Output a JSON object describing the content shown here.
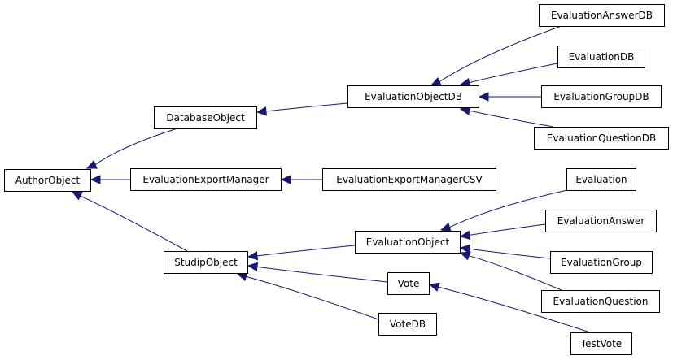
{
  "colors": {
    "edge": "#191970",
    "node_border": "#000000",
    "node_fill": "#ffffff",
    "background": "#ffffff"
  },
  "nodes": {
    "author_object": "AuthorObject",
    "database_object": "DatabaseObject",
    "evaluation_export_manager": "EvaluationExportManager",
    "studip_object": "StudipObject",
    "evaluation_object_db": "EvaluationObjectDB",
    "evaluation_export_manager_csv": "EvaluationExportManagerCSV",
    "evaluation_object": "EvaluationObject",
    "vote": "Vote",
    "vote_db": "VoteDB",
    "evaluation_answer_db": "EvaluationAnswerDB",
    "evaluation_db": "EvaluationDB",
    "evaluation_group_db": "EvaluationGroupDB",
    "evaluation_question_db": "EvaluationQuestionDB",
    "evaluation": "Evaluation",
    "evaluation_answer": "EvaluationAnswer",
    "evaluation_group": "EvaluationGroup",
    "evaluation_question": "EvaluationQuestion",
    "test_vote": "TestVote"
  },
  "edges": [
    {
      "child": "database_object",
      "parent": "author_object"
    },
    {
      "child": "evaluation_export_manager",
      "parent": "author_object"
    },
    {
      "child": "studip_object",
      "parent": "author_object"
    },
    {
      "child": "evaluation_object_db",
      "parent": "database_object"
    },
    {
      "child": "evaluation_export_manager_csv",
      "parent": "evaluation_export_manager"
    },
    {
      "child": "evaluation_object",
      "parent": "studip_object"
    },
    {
      "child": "vote",
      "parent": "studip_object"
    },
    {
      "child": "vote_db",
      "parent": "studip_object"
    },
    {
      "child": "evaluation_answer_db",
      "parent": "evaluation_object_db"
    },
    {
      "child": "evaluation_db",
      "parent": "evaluation_object_db"
    },
    {
      "child": "evaluation_group_db",
      "parent": "evaluation_object_db"
    },
    {
      "child": "evaluation_question_db",
      "parent": "evaluation_object_db"
    },
    {
      "child": "evaluation",
      "parent": "evaluation_object"
    },
    {
      "child": "evaluation_answer",
      "parent": "evaluation_object"
    },
    {
      "child": "evaluation_group",
      "parent": "evaluation_object"
    },
    {
      "child": "evaluation_question",
      "parent": "evaluation_object"
    },
    {
      "child": "test_vote",
      "parent": "vote"
    }
  ]
}
